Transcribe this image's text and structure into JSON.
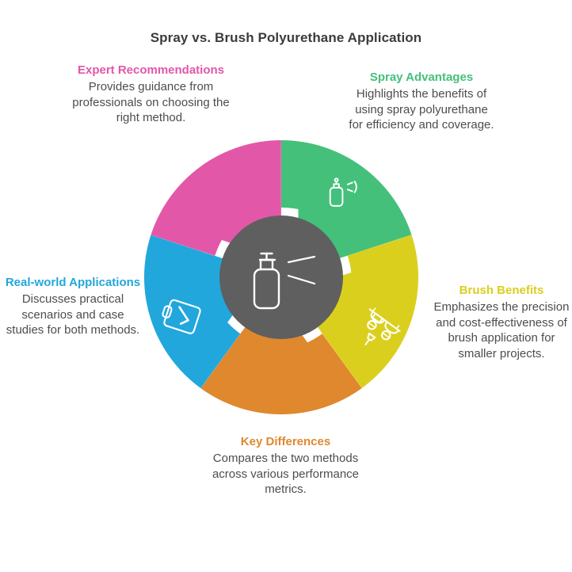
{
  "title": "Spray vs. Brush Polyurethane Application",
  "center": {
    "icon": "spray-bottle-icon",
    "color": "#5f5f5f"
  },
  "colors": {
    "green": "#44c07a",
    "yellow": "#dbcf1e",
    "orange": "#df882e",
    "blue": "#22a7dc",
    "pink": "#e357a8",
    "center_gray": "#5f5f5f",
    "title_text": "#3c3c3c",
    "body_text": "#4d4d4d",
    "background": "#ffffff"
  },
  "segments": [
    {
      "id": "spray-advantages",
      "title": "Spray Advantages",
      "body": "Highlights the benefits of using spray polyurethane for efficiency and coverage.",
      "color": "#44c07a",
      "icon": "spray-bottle-icon",
      "position": "top-right"
    },
    {
      "id": "brush-benefits",
      "title": "Brush Benefits",
      "body": "Emphasizes the precision and cost-effectiveness of brush application for smaller projects.",
      "color": "#dbcf1e",
      "icon": "paint-brush-icon",
      "position": "right"
    },
    {
      "id": "key-differences",
      "title": "Key Differences",
      "body": "Compares the two methods across various performance metrics.",
      "color": "#df882e",
      "icon": "angled-brush-icon",
      "position": "bottom"
    },
    {
      "id": "real-world-applications",
      "title": "Real-world Applications",
      "body": "Discusses practical scenarios and case studies for both methods.",
      "color": "#22a7dc",
      "icon": "people-meeting-icon",
      "position": "left"
    },
    {
      "id": "expert-recommendations",
      "title": "Expert Recommendations",
      "body": "Provides guidance from professionals on choosing the right method.",
      "color": "#e357a8",
      "icon": "clipboard-check-icon",
      "position": "top-left"
    }
  ],
  "chart_data": {
    "type": "pie",
    "title": "Spray vs. Brush Polyurethane Application",
    "categories": [
      "Spray Advantages",
      "Brush Benefits",
      "Key Differences",
      "Real-world Applications",
      "Expert Recommendations"
    ],
    "values": [
      20,
      20,
      20,
      20,
      20
    ],
    "units": "percent",
    "colors": [
      "#44c07a",
      "#dbcf1e",
      "#df882e",
      "#22a7dc",
      "#e357a8"
    ],
    "legend": "inline-callouts",
    "xlabel": "",
    "ylabel": "",
    "notes": "Five equal 72-degree donut segments around a gray center hub"
  }
}
